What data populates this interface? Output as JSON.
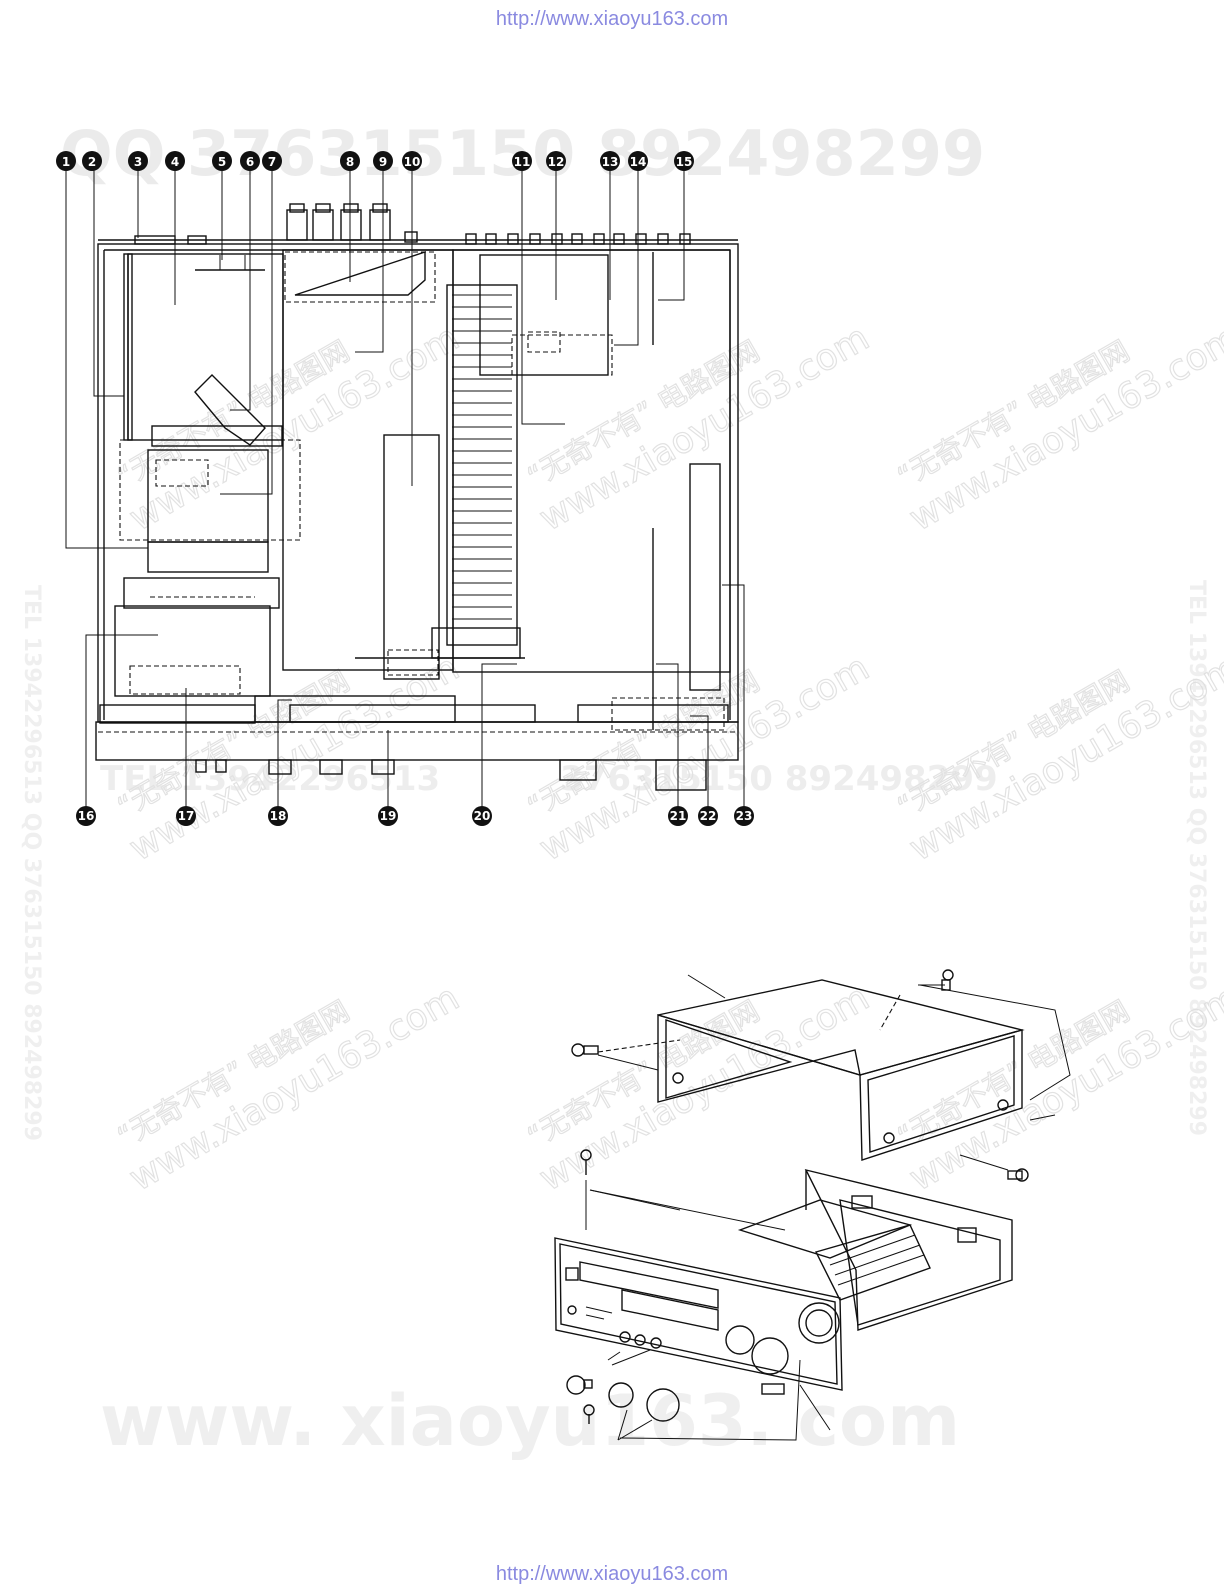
{
  "header": {
    "url": "http://www.xiaoyu163.com"
  },
  "footer": {
    "url": "http://www.xiaoyu163.com"
  },
  "watermarks": {
    "qq_line": "QQ 376315150   892498299",
    "tel_line": "TEL 13942296513",
    "qq_line_mid": "376315150   892498299",
    "site_big": "www. xiaoyu163. com",
    "site": "www.xiaoyu163.com",
    "brand": "“无奇不有” 电路图网",
    "side": "TEL 13942296513   QQ 376315150 892498299"
  },
  "callouts_top": [
    "1",
    "2",
    "3",
    "4",
    "5",
    "6",
    "7",
    "8",
    "9",
    "10",
    "11",
    "12",
    "13",
    "14",
    "15"
  ],
  "callouts_bottom": [
    "16",
    "17",
    "18",
    "19",
    "20",
    "21",
    "22",
    "23"
  ]
}
